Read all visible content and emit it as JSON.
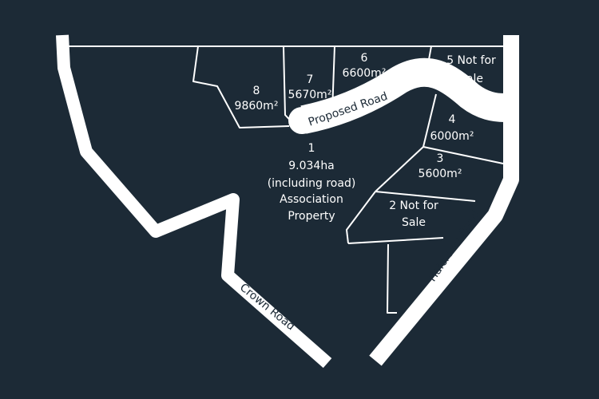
{
  "map": {
    "background_color": "#1c2a36",
    "line_color": "#ffffff",
    "roads": {
      "proposed": {
        "label": "Proposed Road"
      },
      "halcrows": {
        "label": "Halcrows Road"
      },
      "crown": {
        "label": "Crown Road"
      }
    },
    "lots": {
      "lot1": {
        "number": "1",
        "area": "9.034ha",
        "note1": "(including road)",
        "note2": "Association",
        "note3": "Property"
      },
      "lot2": {
        "number": "2 Not for",
        "area": "Sale"
      },
      "lot3": {
        "number": "3",
        "area": "5600m²"
      },
      "lot4": {
        "number": "4",
        "area": "6000m²"
      },
      "lot5": {
        "number": "5 Not for",
        "area": "Sale"
      },
      "lot6": {
        "number": "6",
        "area": "6600m²"
      },
      "lot7": {
        "number": "7",
        "area": "5670m²"
      },
      "lot8": {
        "number": "8",
        "area": "9860m²"
      }
    }
  }
}
